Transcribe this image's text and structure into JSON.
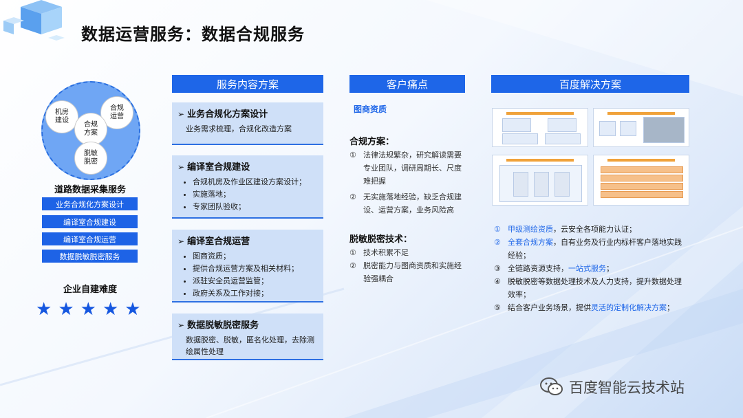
{
  "page": {
    "title": "数据运营服务：数据合规服务"
  },
  "left": {
    "venn": {
      "c1": "机房\n建设",
      "c2": "合规\n运营",
      "c3": "合规\n方案",
      "c4": "脱敏\n脱密"
    },
    "heading": "道路数据采集服务",
    "buttons": [
      "业务合规化方案设计",
      "编译室合规建设",
      "编译室合规运营",
      "数据脱敏脱密服务"
    ],
    "difficulty_label": "企业自建难度",
    "difficulty_stars": 5
  },
  "columns": {
    "service": "服务内容方案",
    "pain": "客户痛点",
    "solution": "百度解决方案"
  },
  "cards": [
    {
      "title": "业务合规化方案设计",
      "text": "业务需求梳理，合规化改造方案"
    },
    {
      "title": "编译室合规建设",
      "items": [
        "合规机房及作业区建设方案设计；",
        "实施落地；",
        "专家团队验收；"
      ]
    },
    {
      "title": "编译室合规运营",
      "items": [
        "图商资质；",
        "提供合规运营方案及相关材料；",
        "派驻安全员运营监管；",
        "政府关系及工作对接；"
      ]
    },
    {
      "title": "数据脱敏脱密服务",
      "text": "数据脱密、脱敏，匿名化处理，去除测绘属性处理"
    }
  ],
  "pain": {
    "sub": "图商资质",
    "section1": {
      "title": "合规方案：",
      "items": [
        {
          "n": "①",
          "text": "法律法规繁杂，研究解读需要专业团队，调研周期长、尺度难把握"
        },
        {
          "n": "②",
          "text": "无实施落地经验，缺乏合规建设、运营方案，业务风险高"
        }
      ]
    },
    "section2": {
      "title": "脱敏脱密技术：",
      "items": [
        {
          "n": "①",
          "text": "技术积累不足"
        },
        {
          "n": "②",
          "text": "脱密能力与图商资质和实施经验强耦合"
        }
      ]
    }
  },
  "solution": {
    "items": [
      {
        "n": "①",
        "hl": "甲级测绘资质",
        "rest": "，云安全各项能力认证；",
        "pre": ""
      },
      {
        "n": "②",
        "hl": "全套合规方案",
        "rest": "，自有业务及行业内标杆客户落地实践经验；",
        "pre": ""
      },
      {
        "n": "③",
        "pre": "全链路资源支持，",
        "hl": "一站式服务",
        "rest": "；"
      },
      {
        "n": "④",
        "pre": "脱敏脱密等数据处理技术及人力支持，提升数据处理效率；",
        "hl": "",
        "rest": ""
      },
      {
        "n": "⑤",
        "pre": "结合客户业务场景，提供",
        "hl": "灵活的定制化解决方案",
        "rest": "；"
      }
    ]
  },
  "watermark": "百度智能云技术站",
  "colors": {
    "accent": "#1e66e8",
    "card_bg": "#cfe0f8"
  }
}
